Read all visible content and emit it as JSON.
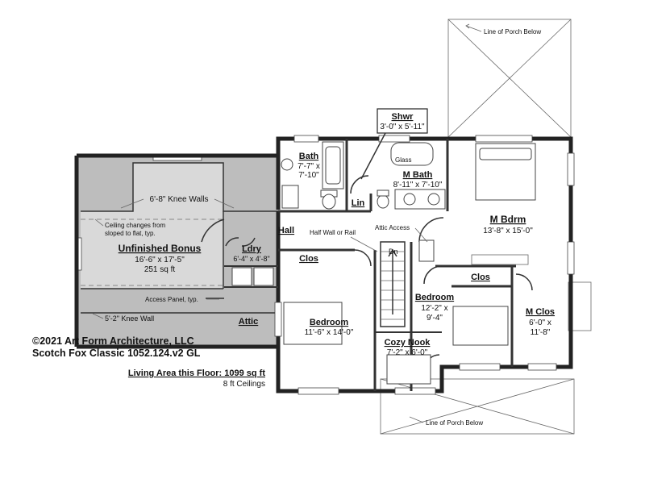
{
  "rooms": {
    "shwr": {
      "name": "Shwr",
      "dims": "3'-0\" x 5'-11\""
    },
    "bath": {
      "name": "Bath",
      "dim1": "7'-7\" x",
      "dim2": "7'-10\""
    },
    "mbath": {
      "name": "M Bath",
      "dims": "8'-11\" x 7'-10\""
    },
    "glass": "Glass",
    "lin": "Lin",
    "hall": "Hall",
    "mbdrm": {
      "name": "M Bdrm",
      "dims": "13'-8\" x 15'-0\""
    },
    "ldry": {
      "name": "Ldry",
      "dims": "6'-4\" x 4'-8\""
    },
    "clos1": "Clos",
    "clos2": "Clos",
    "dn": "Dn",
    "bedroom1": {
      "name": "Bedroom",
      "dims": "11'-6\" x 14'-0\""
    },
    "bedroom2": {
      "name": "Bedroom",
      "dim1": "12'-2\" x",
      "dim2": "9'-4\""
    },
    "mclos": {
      "name": "M Clos",
      "dim1": "6'-0\" x",
      "dim2": "11'-8\""
    },
    "cozy": {
      "name": "Cozy Nook",
      "dims": "7'-2\" x 6'-0\""
    },
    "bonus": {
      "name": "Unfinished Bonus",
      "dims": "16'-6\" x 17'-5\"",
      "area": "251 sq ft"
    },
    "attic": "Attic"
  },
  "notes": {
    "porch_top": "Line of Porch Below",
    "porch_bottom": "Line of Porch Below",
    "half_wall": "Half Wall or Rail",
    "attic_access": "Attic Access",
    "knee_walls": "6'-8\" Knee Walls",
    "ceiling1": "Ceiling changes from",
    "ceiling2": "sloped to flat, typ.",
    "access_panel": "Access Panel, typ.",
    "knee_wall": "5'-2\" Knee Wall"
  },
  "footer": {
    "copyright": "©2021 Art Form Architecture, LLC",
    "plan_name": "Scotch Fox Classic 1052.124.v2 GL",
    "living_area": "Living Area this Floor: 1099 sq ft",
    "ceilings": "8 ft Ceilings"
  }
}
